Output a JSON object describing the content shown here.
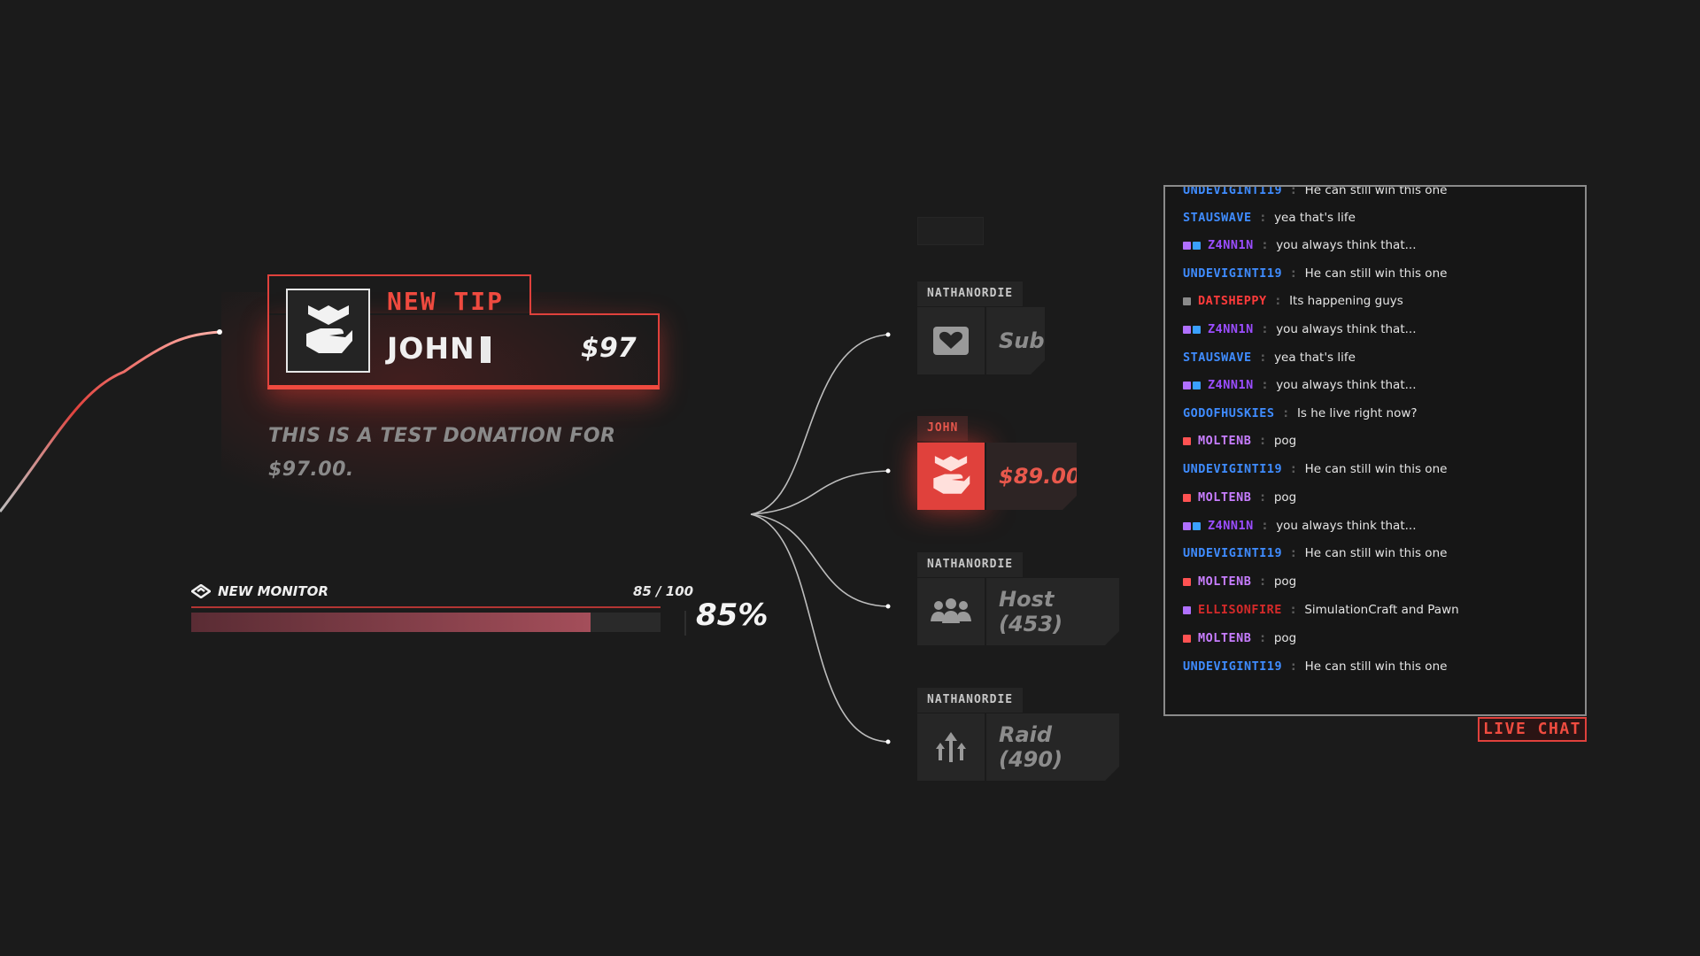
{
  "colors": {
    "accent": "#ef4a3f",
    "background": "#1b1b1b",
    "panel": "#262626"
  },
  "tip": {
    "title": "NEW TIP",
    "name": "JOHN",
    "amount": "$97",
    "message": "THIS IS A TEST DONATION FOR $97.00.",
    "icon": "hand-heart-icon"
  },
  "monitor": {
    "label": "NEW MONITOR",
    "count": "85 / 100",
    "percent_text": "85%",
    "progress": 0.85,
    "icon": "diamond-arrow-icon"
  },
  "events": [
    {
      "label": "NATHANORDIE",
      "text": "Sub",
      "icon": "heart-box-icon"
    },
    {
      "label": "JOHN",
      "text": "$89.00",
      "icon": "hand-heart-icon",
      "highlight": true
    },
    {
      "label": "NATHANORDIE",
      "text": "Host (453)",
      "icon": "group-icon"
    },
    {
      "label": "NATHANORDIE",
      "text": "Raid (490)",
      "icon": "arrows-up-icon"
    }
  ],
  "chat": {
    "tag": "LIVE CHAT",
    "messages": [
      {
        "user": "UNDEVIGINTI19",
        "color": "#3f8cff",
        "badges": [],
        "text": "He can still win this one"
      },
      {
        "user": "STAUSWAVE",
        "color": "#3f8cff",
        "badges": [],
        "text": "yea that's life"
      },
      {
        "user": "Z4NN1N",
        "color": "#9b4dff",
        "badges": [
          "#b070ff",
          "#3aa0ff"
        ],
        "text": "you always think that..."
      },
      {
        "user": "UNDEVIGINTI19",
        "color": "#3f8cff",
        "badges": [],
        "text": "He can still win this one"
      },
      {
        "user": "DATSHEPPY",
        "color": "#ff3b3b",
        "badges": [
          "#8a8a8a"
        ],
        "text": "Its happening guys"
      },
      {
        "user": "Z4NN1N",
        "color": "#9b4dff",
        "badges": [
          "#b070ff",
          "#3aa0ff"
        ],
        "text": "you always think that..."
      },
      {
        "user": "STAUSWAVE",
        "color": "#3f8cff",
        "badges": [],
        "text": "yea that's life"
      },
      {
        "user": "Z4NN1N",
        "color": "#9b4dff",
        "badges": [
          "#b070ff",
          "#3aa0ff"
        ],
        "text": "you always think that..."
      },
      {
        "user": "GODOFHUSKIES",
        "color": "#3f8cff",
        "badges": [],
        "text": "Is he live right now?"
      },
      {
        "user": "MOLTENB",
        "color": "#c77dff",
        "badges": [
          "#ff5252"
        ],
        "text": "pog"
      },
      {
        "user": "UNDEVIGINTI19",
        "color": "#3f8cff",
        "badges": [],
        "text": "He can still win this one"
      },
      {
        "user": "MOLTENB",
        "color": "#c77dff",
        "badges": [
          "#ff5252"
        ],
        "text": "pog"
      },
      {
        "user": "Z4NN1N",
        "color": "#9b4dff",
        "badges": [
          "#b070ff",
          "#3aa0ff"
        ],
        "text": "you always think that..."
      },
      {
        "user": "UNDEVIGINTI19",
        "color": "#3f8cff",
        "badges": [],
        "text": "He can still win this one"
      },
      {
        "user": "MOLTENB",
        "color": "#c77dff",
        "badges": [
          "#ff5252"
        ],
        "text": "pog"
      },
      {
        "user": "ELLISONFIRE",
        "color": "#d42a2a",
        "badges": [
          "#b070ff"
        ],
        "text": "SimulationCraft and Pawn"
      },
      {
        "user": "MOLTENB",
        "color": "#c77dff",
        "badges": [
          "#ff5252"
        ],
        "text": "pog"
      },
      {
        "user": "UNDEVIGINTI19",
        "color": "#3f8cff",
        "badges": [],
        "text": "He can still win this one"
      }
    ]
  }
}
